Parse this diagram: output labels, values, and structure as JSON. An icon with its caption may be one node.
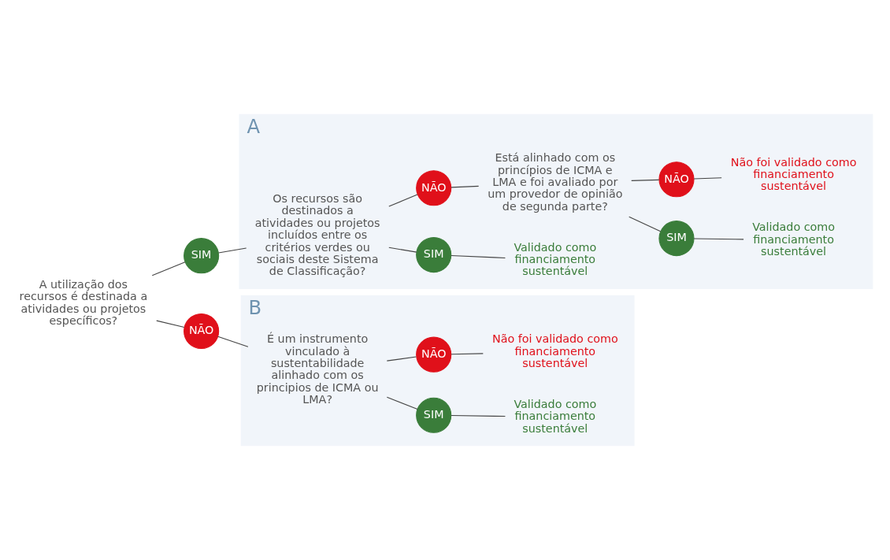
{
  "diagram": {
    "nodes": [
      {
        "text": [
          "A utilização dos recursos é destinada a atividades ou projetos específicos?"
        ]
      },
      {
        "text": [
          "SIM"
        ]
      },
      {
        "text": [
          "NÃO"
        ]
      },
      {
        "text": [
          "A"
        ]
      },
      {
        "text": [
          "Os recursos são destinados a atividades ou projetos incluídos entre os critérios verdes ou sociais deste Sistema de Classificação?"
        ],
        "in": 3
      },
      {
        "text": [
          "SIM"
        ],
        "in": 3
      },
      {
        "text": [
          "Validado como financiamento sustentável"
        ],
        "in": 3
      },
      {
        "text": [
          "NÃO"
        ],
        "in": 3
      },
      {
        "text": [
          "Está alinhado com os princípios de ICMA e LMA e foi avaliado por um provedor de opinião de segunda parte?"
        ],
        "in": 3
      },
      {
        "text": [
          "SIM"
        ],
        "in": 3
      },
      {
        "text": [
          "Validado como financiamento sustentável"
        ],
        "in": 3
      },
      {
        "text": [
          "NÃO"
        ],
        "in": 3
      },
      {
        "text": [
          "Não foi validado como financiamento sustentável"
        ],
        "in": 3
      },
      {
        "text": [
          "B"
        ]
      },
      {
        "text": [
          "É um instrumento vinculado à sustentabilidade alinhado com os principios de ICMA ou LMA?"
        ],
        "in": 13
      },
      {
        "text": [
          "SIM"
        ],
        "in": 13
      },
      {
        "text": [
          "Validado como financiamento sustentável"
        ],
        "in": 13
      },
      {
        "text": [
          "NÃO"
        ],
        "in": 13
      },
      {
        "text": [
          "Não foi validado como financiamento sustentável"
        ],
        "in": 13
      }
    ],
    "edges": [
      {
        "from": 0,
        "to": 1,
        "arrow": "none"
      },
      {
        "from": 1,
        "to": 4,
        "arrow": "none"
      },
      {
        "from": 0,
        "to": 2,
        "arrow": "none"
      },
      {
        "from": 2,
        "to": 14,
        "arrow": "none"
      },
      {
        "from": 4,
        "to": 5,
        "arrow": "none"
      },
      {
        "from": 5,
        "to": 6,
        "arrow": "none"
      },
      {
        "from": 4,
        "to": 7,
        "arrow": "none"
      },
      {
        "from": 7,
        "to": 8,
        "arrow": "none"
      },
      {
        "from": 8,
        "to": 9,
        "arrow": "none"
      },
      {
        "from": 9,
        "to": 10,
        "arrow": "none"
      },
      {
        "from": 8,
        "to": 11,
        "arrow": "none"
      },
      {
        "from": 11,
        "to": 12,
        "arrow": "none"
      },
      {
        "from": 14,
        "to": 15,
        "arrow": "none"
      },
      {
        "from": 15,
        "to": 16,
        "arrow": "none"
      },
      {
        "from": 14,
        "to": 17,
        "arrow": "none"
      },
      {
        "from": 17,
        "to": 18,
        "arrow": "none"
      }
    ]
  }
}
